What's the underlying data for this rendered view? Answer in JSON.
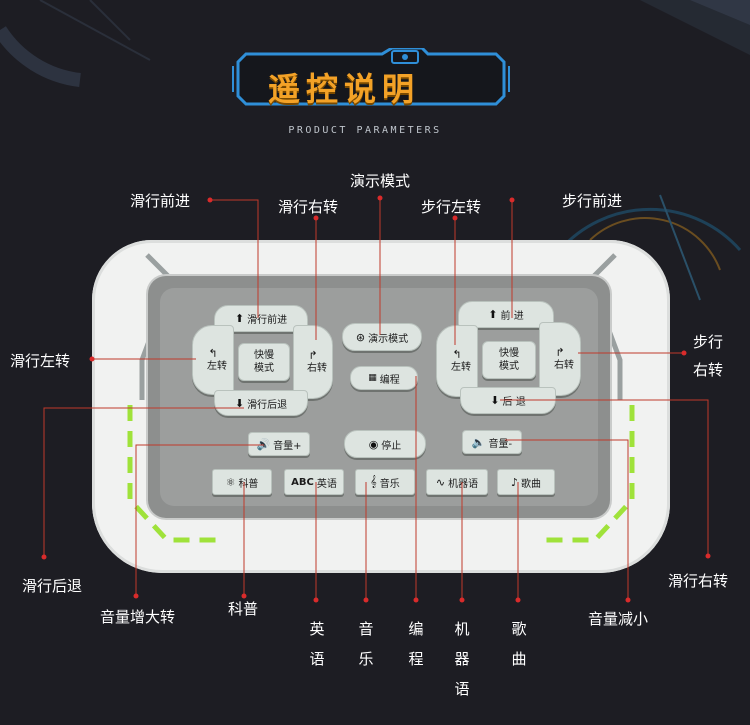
{
  "header": {
    "title": "遥控说明",
    "subtitle": "PRODUCT PARAMETERS"
  },
  "callouts": {
    "demo_mode": "演示模式",
    "glide_forward": "滑行前进",
    "glide_right_turn_top": "滑行右转",
    "walk_left_turn": "步行左转",
    "walk_forward": "步行前进",
    "glide_left_turn": "滑行左转",
    "walk_right_turn": "步行右转",
    "glide_backward": "滑行后退",
    "volume_up": "音量增大转",
    "science": "科普",
    "english": "英语",
    "music": "音乐",
    "programming": "编程",
    "robot_language": "机器语",
    "song": "歌曲",
    "volume_down": "音量减小",
    "glide_right_turn_bottom": "滑行右转"
  },
  "buttons": {
    "glide_forward": "滑行前进",
    "glide_left": "左转",
    "glide_speed": "快慢模式",
    "glide_right": "右转",
    "glide_back": "滑行后退",
    "demo": "演示模式",
    "program": "编程",
    "walk_forward": "前 进",
    "walk_left": "左转",
    "walk_speed": "快慢模式",
    "walk_right": "右转",
    "walk_back": "后 退",
    "vol_up": "音量+",
    "stop": "停止",
    "vol_down": "音量-",
    "science": "科普",
    "english_prefix": "ABC",
    "english": "英语",
    "music": "音乐",
    "robot": "机器语",
    "song": "歌曲"
  },
  "colors": {
    "accent_orange": "#f3a227",
    "accent_blue": "#2f8fd8",
    "glow_green": "#9fe23a",
    "leader_red": "#d92b2b"
  },
  "icons": {
    "up": "arrow-up-icon",
    "down": "arrow-down-icon",
    "turn_left": "turn-left-icon",
    "turn_right": "turn-right-icon",
    "demo": "film-reel-icon",
    "program": "windows-icon",
    "speaker": "speaker-icon",
    "stop": "stop-icon",
    "science": "atom-icon",
    "music": "music-note-icon",
    "robot": "waveform-icon",
    "song": "eighth-note-icon"
  }
}
